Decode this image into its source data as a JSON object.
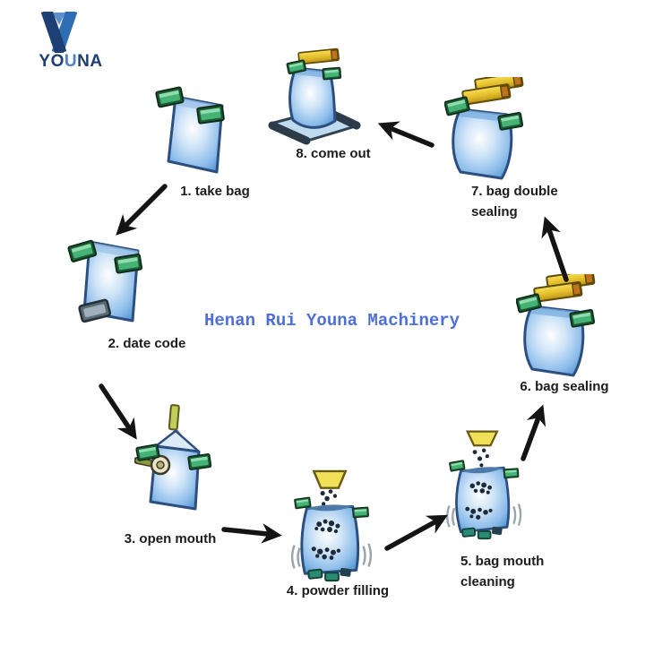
{
  "logo": {
    "brand_part1": "YO",
    "brand_part2": "U",
    "brand_part3": "NA",
    "color_dark": "#1d3f74",
    "color_mid": "#2e6cb4"
  },
  "watermark": {
    "text": "Henan Rui Youna Machinery",
    "color": "#4e6fd8"
  },
  "diagram": {
    "type": "process-cycle",
    "steps": [
      {
        "id": 1,
        "label": "1. take bag",
        "icon": "bag-with-clips-icon"
      },
      {
        "id": 2,
        "label": "2. date code",
        "icon": "bag-date-stamp-icon"
      },
      {
        "id": 3,
        "label": "3. open mouth",
        "icon": "bag-open-mouth-icon"
      },
      {
        "id": 4,
        "label": "4. powder filling",
        "icon": "bag-powder-filling-icon"
      },
      {
        "id": 5,
        "label": "5. bag mouth cleaning",
        "icon": "bag-mouth-cleaning-icon"
      },
      {
        "id": 6,
        "label": "6. bag sealing",
        "icon": "bag-sealed-icon"
      },
      {
        "id": 7,
        "label": "7. bag double sealing",
        "icon": "bag-double-sealed-icon"
      },
      {
        "id": 8,
        "label": "8. come out",
        "icon": "bag-conveyor-icon"
      }
    ],
    "arrows": [
      {
        "from": 1,
        "to": 2
      },
      {
        "from": 2,
        "to": 3
      },
      {
        "from": 3,
        "to": 4
      },
      {
        "from": 4,
        "to": 5
      },
      {
        "from": 5,
        "to": 6
      },
      {
        "from": 6,
        "to": 7
      },
      {
        "from": 7,
        "to": 8
      }
    ],
    "colors": {
      "bag_edge": "#2c4f80",
      "clip_green": "#45b376",
      "seal_gold": "#e3bd2a",
      "arrow_black": "#141414"
    }
  }
}
